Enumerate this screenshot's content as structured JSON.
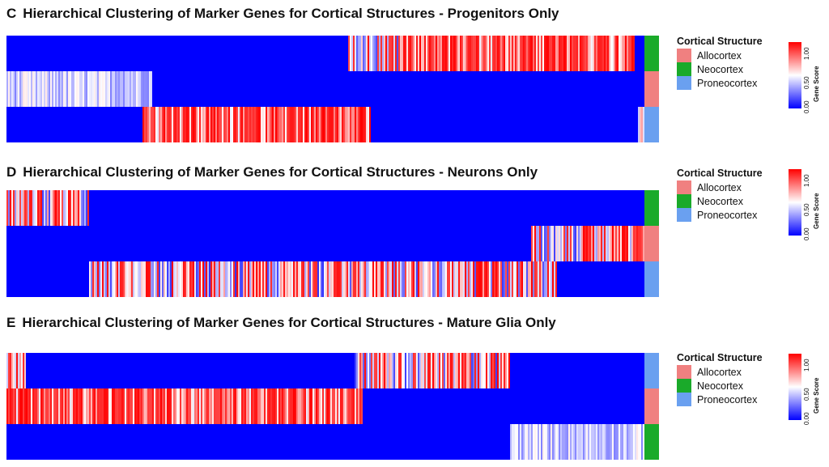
{
  "legend_title": "Cortical Structure",
  "structures": [
    {
      "name": "Allocortex",
      "color": "#f08080"
    },
    {
      "name": "Neocortex",
      "color": "#1aaa2a"
    },
    {
      "name": "Proneocortex",
      "color": "#6aa0f0"
    }
  ],
  "color_scale": {
    "label": "Gene Score",
    "ticks": [
      "1.00",
      "0.50",
      "0.00"
    ],
    "high": "#ff0000",
    "mid": "#ffffff",
    "low": "#0000ff"
  },
  "chart_data": [
    {
      "type": "heatmap",
      "panel": "C",
      "title": "Hierarchical Clustering of Marker Genes for Cortical Structures - Progenitors Only",
      "rows": [
        {
          "annotation": "Neocortex",
          "segments": [
            {
              "from": 0.0,
              "to": 0.535,
              "mode": "low"
            },
            {
              "from": 0.535,
              "to": 0.615,
              "mode": "mixed"
            },
            {
              "from": 0.615,
              "to": 0.985,
              "mode": "high"
            },
            {
              "from": 0.985,
              "to": 1.0,
              "mode": "low"
            }
          ]
        },
        {
          "annotation": "Allocortex",
          "segments": [
            {
              "from": 0.0,
              "to": 0.228,
              "mode": "light"
            },
            {
              "from": 0.228,
              "to": 1.0,
              "mode": "low"
            }
          ]
        },
        {
          "annotation": "Proneocortex",
          "segments": [
            {
              "from": 0.0,
              "to": 0.213,
              "mode": "low"
            },
            {
              "from": 0.213,
              "to": 0.57,
              "mode": "high"
            },
            {
              "from": 0.57,
              "to": 0.99,
              "mode": "low"
            },
            {
              "from": 0.99,
              "to": 1.0,
              "mode": "mixed"
            }
          ]
        }
      ]
    },
    {
      "type": "heatmap",
      "panel": "D",
      "title": "Hierarchical Clustering of Marker Genes for Cortical Structures - Neurons Only",
      "rows": [
        {
          "annotation": "Neocortex",
          "segments": [
            {
              "from": 0.0,
              "to": 0.13,
              "mode": "mixed"
            },
            {
              "from": 0.13,
              "to": 1.0,
              "mode": "low"
            }
          ]
        },
        {
          "annotation": "Allocortex",
          "segments": [
            {
              "from": 0.0,
              "to": 0.823,
              "mode": "low"
            },
            {
              "from": 0.823,
              "to": 1.0,
              "mode": "mixed"
            }
          ]
        },
        {
          "annotation": "Proneocortex",
          "segments": [
            {
              "from": 0.0,
              "to": 0.13,
              "mode": "low"
            },
            {
              "from": 0.13,
              "to": 0.863,
              "mode": "mixed"
            },
            {
              "from": 0.863,
              "to": 1.0,
              "mode": "low"
            }
          ]
        }
      ]
    },
    {
      "type": "heatmap",
      "panel": "E",
      "title": "Hierarchical Clustering of Marker Genes for Cortical Structures - Mature Glia Only",
      "rows": [
        {
          "annotation": "Proneocortex",
          "segments": [
            {
              "from": 0.0,
              "to": 0.03,
              "mode": "mixed"
            },
            {
              "from": 0.03,
              "to": 0.545,
              "mode": "low"
            },
            {
              "from": 0.545,
              "to": 0.79,
              "mode": "mixed"
            },
            {
              "from": 0.79,
              "to": 1.0,
              "mode": "low"
            }
          ]
        },
        {
          "annotation": "Allocortex",
          "segments": [
            {
              "from": 0.0,
              "to": 0.558,
              "mode": "high"
            },
            {
              "from": 0.558,
              "to": 1.0,
              "mode": "low"
            }
          ]
        },
        {
          "annotation": "Neocortex",
          "segments": [
            {
              "from": 0.0,
              "to": 0.79,
              "mode": "low"
            },
            {
              "from": 0.79,
              "to": 1.0,
              "mode": "light"
            }
          ]
        }
      ]
    }
  ]
}
